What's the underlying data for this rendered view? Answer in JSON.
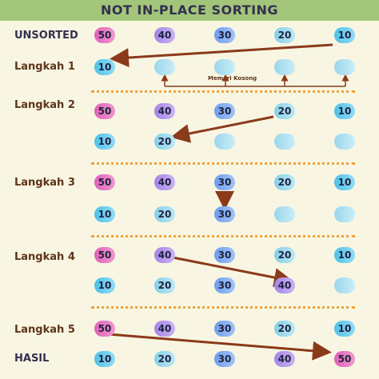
{
  "title": "NOT IN-PLACE SORTING",
  "labels": {
    "unsorted": "UNSORTED",
    "step1": "Langkah 1",
    "step2": "Langkah 2",
    "step3": "Langkah 3",
    "step4": "Langkah 4",
    "step5": "Langkah 5",
    "result": "HASIL"
  },
  "memory_note": "Memori Kosong",
  "rows": {
    "unsorted": [
      "50",
      "40",
      "30",
      "20",
      "10"
    ],
    "step1_memory": [
      "10",
      "",
      "",
      "",
      ""
    ],
    "step2_input": [
      "50",
      "40",
      "30",
      "20",
      "10"
    ],
    "step2_memory": [
      "10",
      "20",
      "",
      "",
      ""
    ],
    "step3_input": [
      "50",
      "40",
      "30",
      "20",
      "10"
    ],
    "step3_memory": [
      "10",
      "20",
      "30",
      "",
      ""
    ],
    "step4_input": [
      "50",
      "40",
      "30",
      "20",
      "10"
    ],
    "step4_memory": [
      "10",
      "20",
      "30",
      "40",
      ""
    ],
    "step5_input": [
      "50",
      "40",
      "30",
      "20",
      "10"
    ],
    "result": [
      "10",
      "20",
      "30",
      "40",
      "50"
    ]
  },
  "colors": {
    "header": "#a2c57a",
    "background": "#f8f6e3",
    "label": "#5d3419",
    "arrow": "#8b3a1a",
    "divider": "#f0a23a"
  }
}
